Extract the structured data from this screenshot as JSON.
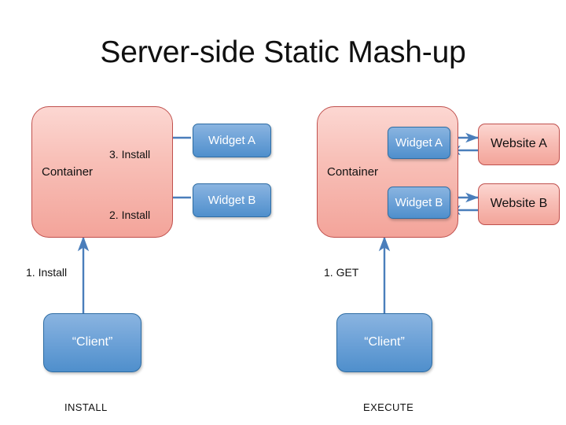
{
  "slide": {
    "title": "Server-side Static Mash-up",
    "background_color": "#ffffff"
  },
  "colors": {
    "pink_fill_top": "#fcd7d2",
    "pink_fill_bottom": "#f3a49a",
    "pink_border": "#c0504d",
    "blue_fill_top": "#8ab4e0",
    "blue_fill_bottom": "#4f8fcc",
    "blue_border": "#2e6da4",
    "arrow_color": "#4a7ebb",
    "text_dark": "#111111",
    "text_light": "#ffffff"
  },
  "panels": [
    {
      "id": "install",
      "caption": "INSTALL",
      "container": {
        "label": "Container"
      },
      "widgets": [
        {
          "id": "widget-a",
          "label": "Widget A"
        },
        {
          "id": "widget-b",
          "label": "Widget B"
        }
      ],
      "client": {
        "label": "“Client”"
      },
      "steps": [
        {
          "id": "step-1",
          "label": "1. Install"
        },
        {
          "id": "step-2",
          "label": "2. Install"
        },
        {
          "id": "step-3",
          "label": "3. Install"
        }
      ]
    },
    {
      "id": "execute",
      "caption": "EXECUTE",
      "container": {
        "label": "Container"
      },
      "widgets": [
        {
          "id": "widget-a",
          "label": "Widget A"
        },
        {
          "id": "widget-b",
          "label": "Widget B"
        }
      ],
      "websites": [
        {
          "id": "website-a",
          "label": "Website A"
        },
        {
          "id": "website-b",
          "label": "Website B"
        }
      ],
      "client": {
        "label": "“Client”"
      },
      "steps": [
        {
          "id": "step-1",
          "label": "1. GET"
        }
      ]
    }
  ]
}
